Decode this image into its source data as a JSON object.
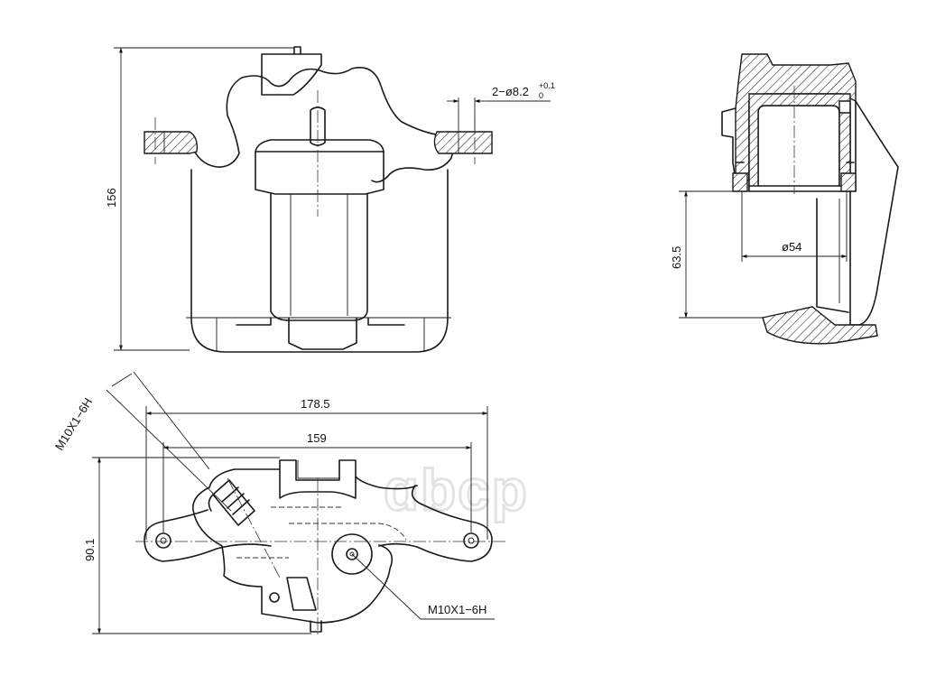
{
  "watermark": {
    "text": "ɑbcp"
  },
  "dimensions": {
    "overall_height": "156",
    "hole_callout": "2−ø8.2",
    "hole_tol_upper": "+0.1",
    "hole_tol_lower": "0",
    "piston_diameter": "ø54",
    "piston_depth": "63.5",
    "overall_width": "178.5",
    "mount_spacing": "159",
    "side_height": "90.1",
    "bleed_thread": "M10X1−6H",
    "inlet_thread": "M10X1−6H"
  }
}
